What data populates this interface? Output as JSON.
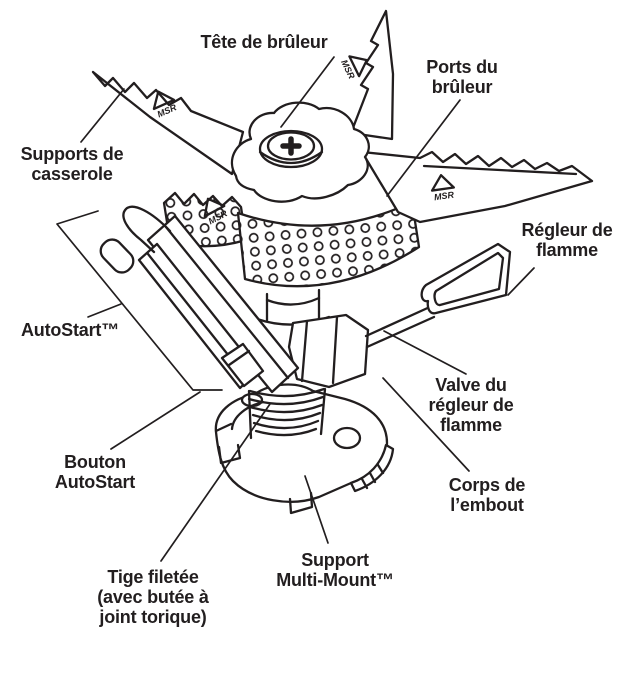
{
  "page": {
    "background": "#ffffff",
    "ink": "#221e1f"
  },
  "logo_text": "MSR",
  "labels": {
    "burner_head": {
      "line1": "Tête de brûleur"
    },
    "burner_ports": {
      "line1": "Ports du",
      "line2": "brûleur"
    },
    "pot_supports": {
      "line1": "Supports de",
      "line2": "casserole"
    },
    "autostart": {
      "line1": "AutoStart™"
    },
    "flame_regulator": {
      "line1": "Régleur de",
      "line2": "flamme"
    },
    "flame_regulator_valve": {
      "line1": "Valve du",
      "line2": "régleur de",
      "line3": "flamme"
    },
    "autostart_button": {
      "line1": "Bouton",
      "line2": "AutoStart"
    },
    "nozzle_body": {
      "line1": "Corps de",
      "line2": "l’embout"
    },
    "threaded_stem": {
      "line1": "Tige filetée",
      "line2": "(avec butée à",
      "line3": "joint torique)"
    },
    "multi_mount_support": {
      "line1": "Support",
      "line2": "Multi-Mount™"
    }
  }
}
